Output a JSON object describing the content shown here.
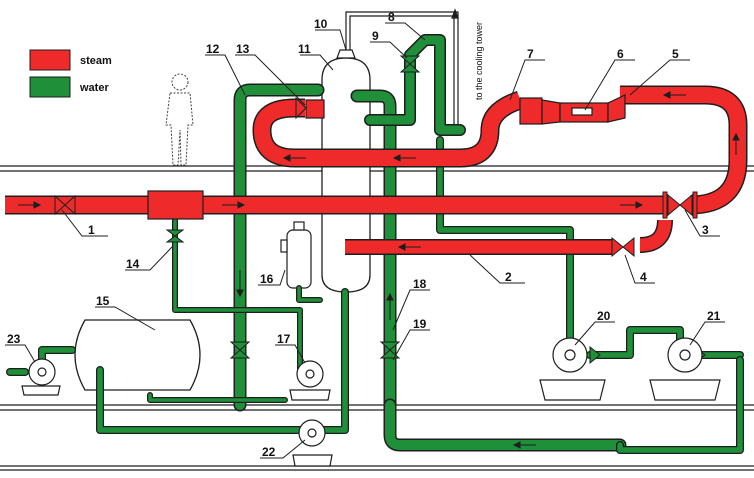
{
  "legend": {
    "steam": {
      "label": "steam",
      "color": "#ee2a2a"
    },
    "water": {
      "label": "water",
      "color": "#1f8f3a"
    }
  },
  "annotation": "to the cooling tower",
  "colors": {
    "steam": "#ee2a2a",
    "water": "#1f8f3a",
    "outline": "#1e1e1e",
    "ground": "#c8c8c8"
  },
  "callouts": [
    "1",
    "2",
    "3",
    "4",
    "5",
    "6",
    "7",
    "8",
    "9",
    "10",
    "11",
    "12",
    "13",
    "14",
    "15",
    "16",
    "17",
    "18",
    "19",
    "20",
    "21",
    "22",
    "23"
  ]
}
